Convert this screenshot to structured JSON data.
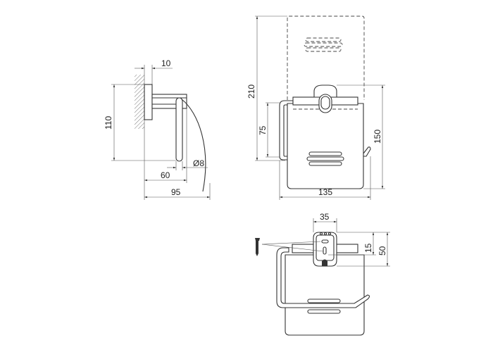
{
  "drawing": {
    "side_view": {
      "wall_offset": "10",
      "height": "110",
      "rod_diameter": "Ø8",
      "projection": "60",
      "total_depth": "95"
    },
    "front_view": {
      "open_height": "210",
      "holder_height": "75",
      "height": "150",
      "width": "135"
    },
    "top_view": {
      "plate_width": "35",
      "hole_spacing": "15",
      "plate_height": "50"
    },
    "line_color": "#333333"
  }
}
